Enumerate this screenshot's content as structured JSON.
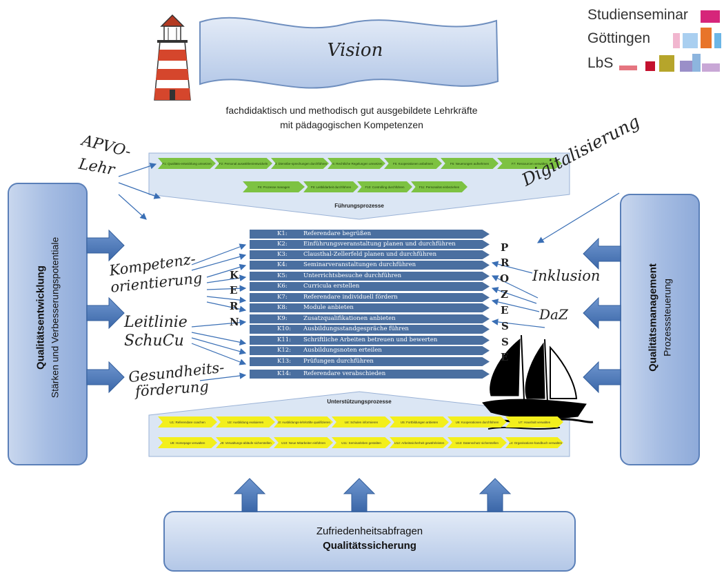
{
  "vision": "Vision",
  "subtitle_line1": "fachdidaktisch und methodisch  gut ausgebildete Lehrkräfte",
  "subtitle_line2": "mit pädagogischen  Kompetenzen",
  "logo": {
    "line1": "Studienseminar",
    "line2": "Göttingen",
    "line3": "LbS"
  },
  "left_box": {
    "title": "Qualitätsentwicklung",
    "subtitle": "Stärken und Verbesserungspotentiale"
  },
  "right_box": {
    "title": "Qualitätsmanagement",
    "subtitle": "Prozesssteuerung"
  },
  "bottom_box": {
    "line1": "Zufriedenheitsabfragen",
    "line2": "Qualitätssicherung"
  },
  "fuehrung": {
    "label": "Führungsprozesse",
    "row1": [
      "F1: Qualitäts-entwicklung umsetzen",
      "F2: Personal auswählen/entwickeln",
      "F3: Dienstbe-sprechungen durchführen",
      "F4: Rechtliche Regelungen umsetzen",
      "F5: Kooperationen anbahnen",
      "F6: Neuerungen aufnehmen",
      "F7: Ressourcen verwalten"
    ],
    "row2": [
      "F8: Prozesse managen",
      "F9: Leitbildarbeit durchführen",
      "F10: Controlling durchführen",
      "F11: Personalrat einbeziehen"
    ]
  },
  "unterstuetzung": {
    "label": "Unterstützungsprozesse",
    "row1": [
      "U1: Referendare coachen",
      "U2: Ausbildung evaluieren",
      "U3: Ausbildungs-lehrkräfte qualifizieren",
      "U4: Schulen informieren",
      "U5: Fortbildungen anbieten",
      "U6: Kooperationen durchführen",
      "U7: Haushalt verwalten"
    ],
    "row2": [
      "U8: Homepage verwalten",
      "U9: Verwaltungs-abläufe sicherstellen",
      "U10: Neue Mitarbeiter einführen",
      "U11: Seminarleben gestalten",
      "U12: Arbeitssicherheit gewährleisten",
      "U13: Datenschutz sicherstellen",
      "U14: Organisations-handbuch verwalten"
    ]
  },
  "kern": [
    {
      "id": "K1:",
      "text": "Referendare begrüßen"
    },
    {
      "id": "K2:",
      "text": "Einführungsveranstaltung planen und durchführen"
    },
    {
      "id": "K3:",
      "text": "Clausthal-Zellerfeld planen und durchführen"
    },
    {
      "id": "K4:",
      "text": "Seminarveranstaltungen durchführen"
    },
    {
      "id": "K5:",
      "text": "Unterrichtsbesuche durchführen"
    },
    {
      "id": "K6:",
      "text": "Curricula erstellen"
    },
    {
      "id": "K7:",
      "text": "Referendare individuell fördern"
    },
    {
      "id": "K8:",
      "text": "Module anbieten"
    },
    {
      "id": "K9:",
      "text": "Zusatzqualifikationen anbieten"
    },
    {
      "id": "K10:",
      "text": "Ausbildungsstandgespräche führen"
    },
    {
      "id": "K11:",
      "text": "Schriftliche Arbeiten betreuen und bewerten"
    },
    {
      "id": "K12:",
      "text": "Ausbildungsnoten erteilen"
    },
    {
      "id": "K13:",
      "text": "Prüfungen durchführen"
    },
    {
      "id": "K14:",
      "text": "Referendare verabschieden"
    }
  ],
  "kern_letters": [
    "K",
    "E",
    "R",
    "N"
  ],
  "prozesse_letters": [
    "P",
    "R",
    "O",
    "Z",
    "E",
    "S",
    "S",
    "E"
  ],
  "handwritten": {
    "apvo1": "APVO-",
    "apvo2": "Lehr",
    "digital": "Digitalisierung",
    "komp1": "Kompetenz-",
    "komp2": "orientierung",
    "inklusion": "Inklusion",
    "daz": "DaZ",
    "leit1": "Leitlinie",
    "leit2": "SchuCu",
    "gesund1": "Gesundheits-",
    "gesund2": "förderung"
  },
  "colors": {
    "box_blue": "#a9bfe0",
    "kern_blue": "#4a6fa0",
    "arrow_blue": "#4a78b8",
    "green": "#7dc242",
    "yellow": "#f3ef1c"
  }
}
